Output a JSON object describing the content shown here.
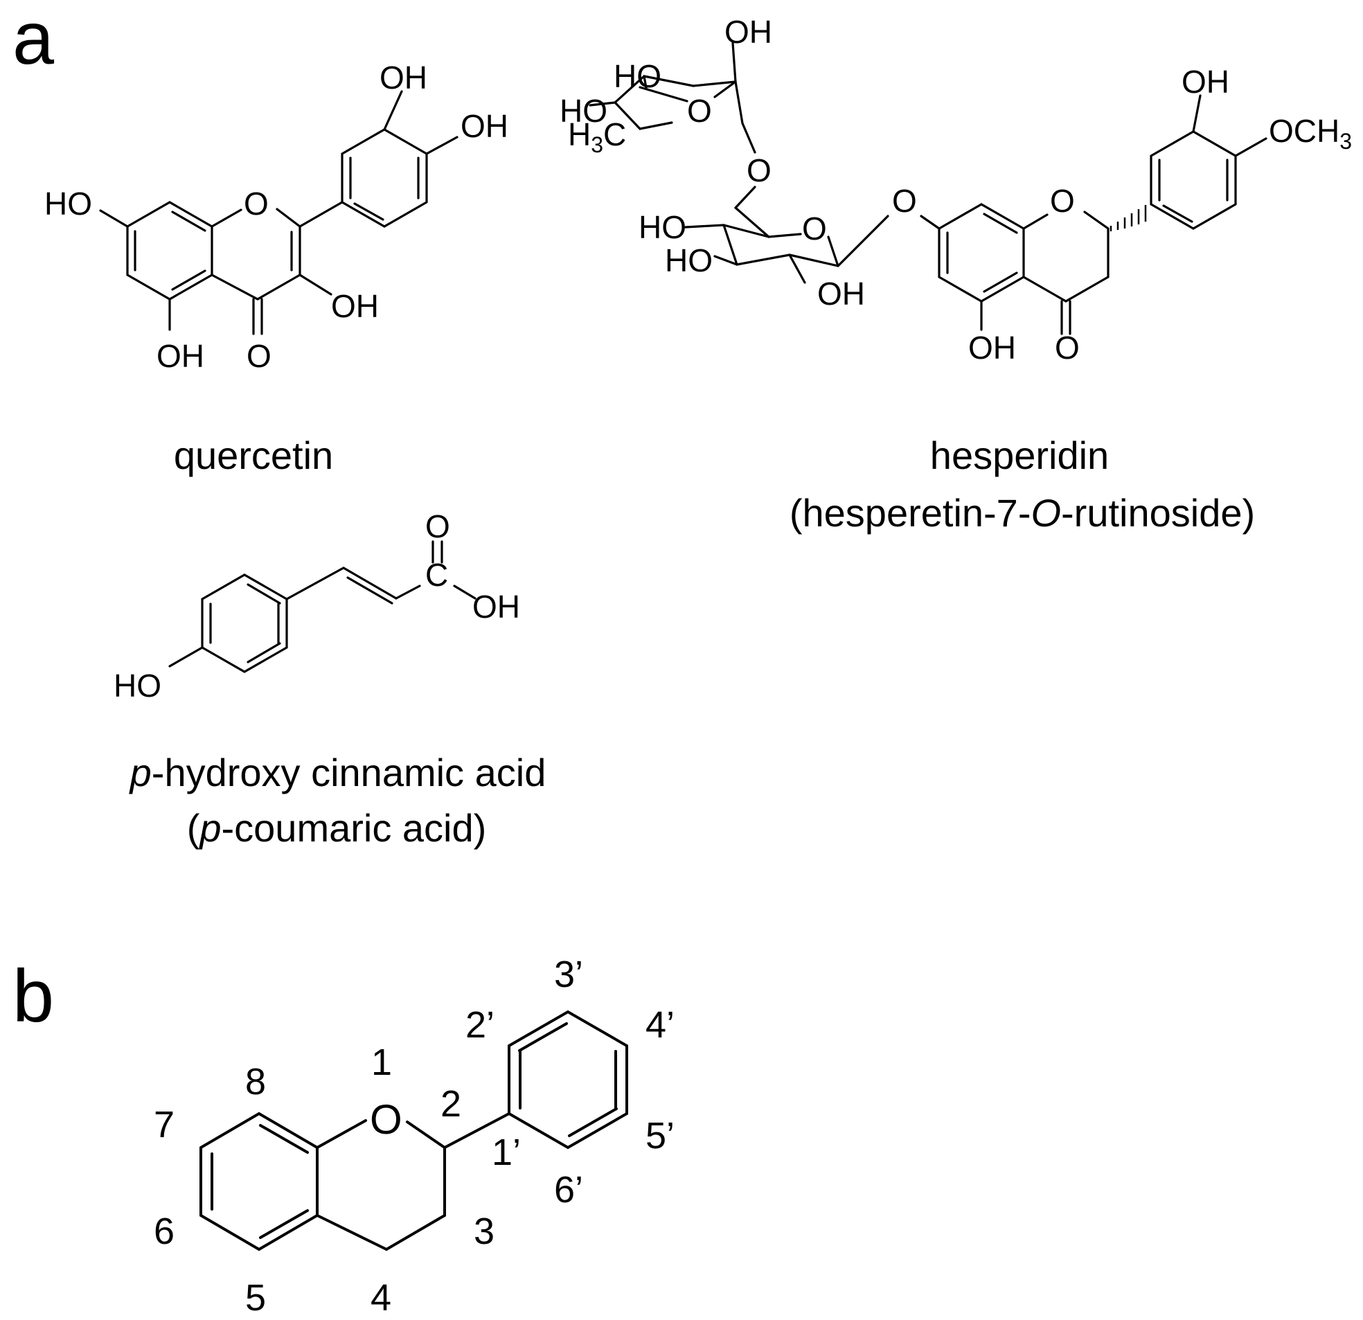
{
  "panels": {
    "a": "a",
    "b": "b"
  },
  "compounds": {
    "quercetin": {
      "name": "quercetin",
      "labels": {
        "oh_3p": "OH",
        "oh_4p": "OH",
        "oh_7": "HO",
        "ring_o": "O",
        "oh_3": "OH",
        "oh_5": "OH",
        "carbonyl_o": "O"
      }
    },
    "hesperidin": {
      "name_line1": "hesperidin",
      "name_line2_pre": "(hesperetin-7-",
      "name_line2_italic": "O",
      "name_line2_post": "-rutinoside)",
      "labels": {
        "rha_oh_top": "OH",
        "rha_ho_upper": "HO",
        "rha_ho_left": "HO",
        "rha_ring_o": "O",
        "methyl_h": "H",
        "methyl_3": "3",
        "methyl_c": "C",
        "link_o": "O",
        "glc_ho_1": "HO",
        "glc_ring_o": "O",
        "glc_ho_2": "HO",
        "glc_oh": "OH",
        "ether_o": "O",
        "ring_o": "O",
        "oh_3p": "OH",
        "och3": "OCH",
        "och3_sub": "3",
        "oh_5": "OH",
        "carbonyl_o": "O"
      }
    },
    "coumaric": {
      "name_line1_italic": "p",
      "name_line1_post": "-hydroxy cinnamic acid",
      "name_line2_pre": "(",
      "name_line2_italic": "p",
      "name_line2_post": "-coumaric acid)",
      "labels": {
        "carbonyl_o": "O",
        "carboxyl_c": "C",
        "oh": "OH",
        "ho": "HO"
      }
    },
    "flavan": {
      "labels": {
        "ring_o": "O",
        "n1": "1",
        "n2": "2",
        "n3": "3",
        "n4": "4",
        "n5": "5",
        "n6": "6",
        "n7": "7",
        "n8": "8",
        "n1p": "1’",
        "n2p": "2’",
        "n3p": "3’",
        "n4p": "4’",
        "n5p": "5’",
        "n6p": "6’"
      }
    }
  }
}
